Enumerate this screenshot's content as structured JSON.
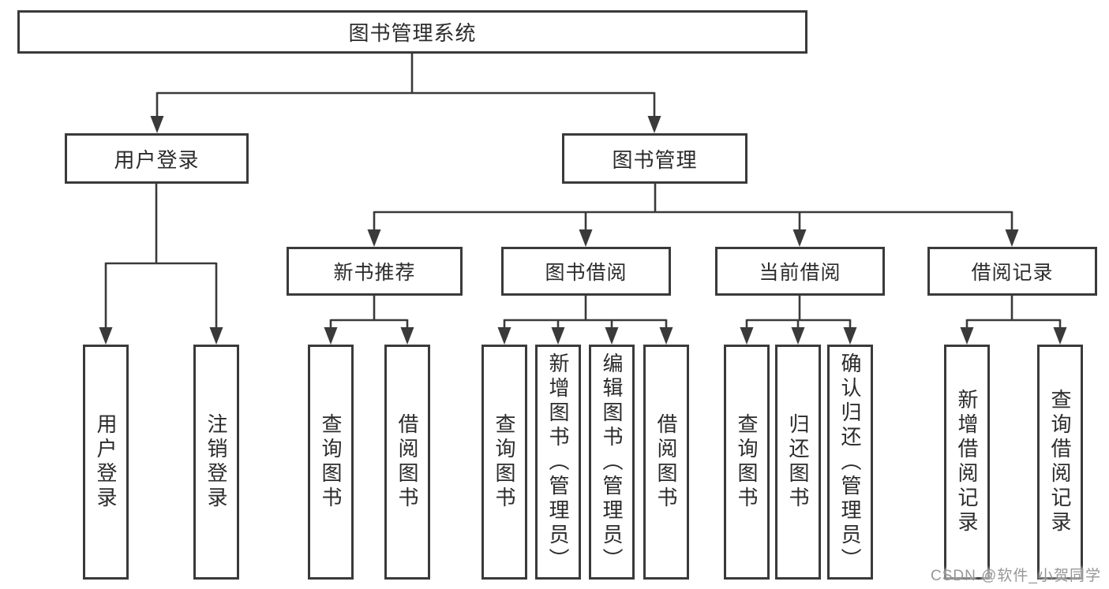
{
  "diagram": {
    "title": "图书管理系统",
    "type": "function-structure-tree"
  },
  "tree": {
    "label": "图书管理系统",
    "children": [
      {
        "label": "用户登录",
        "children": [
          {
            "label": "用户登录"
          },
          {
            "label": "注销登录"
          }
        ]
      },
      {
        "label": "图书管理",
        "children": [
          {
            "label": "新书推荐",
            "children": [
              {
                "label": "查询图书"
              },
              {
                "label": "借阅图书"
              }
            ]
          },
          {
            "label": "图书借阅",
            "children": [
              {
                "label": "查询图书"
              },
              {
                "label": "新增图书（管理员）"
              },
              {
                "label": "编辑图书（管理员）"
              },
              {
                "label": "借阅图书"
              }
            ]
          },
          {
            "label": "当前借阅",
            "children": [
              {
                "label": "查询图书"
              },
              {
                "label": "归还图书"
              },
              {
                "label": "确认归还（管理员）"
              }
            ]
          },
          {
            "label": "借阅记录",
            "children": [
              {
                "label": "新增借阅记录"
              },
              {
                "label": "查询借阅记录"
              }
            ]
          }
        ]
      }
    ]
  },
  "watermark": {
    "text": "CSDN @软件_小贺同学"
  },
  "colors": {
    "line": "#3a3a3a",
    "box_border": "#3a3a3a",
    "text": "#2b2b2b",
    "background": "#ffffff",
    "watermark": "#919191"
  }
}
